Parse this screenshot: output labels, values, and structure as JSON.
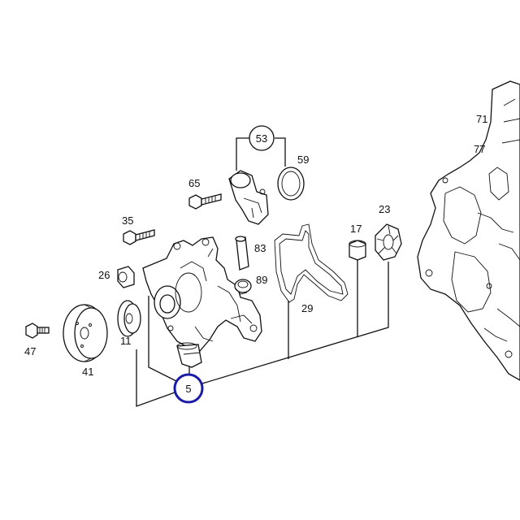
{
  "diagram": {
    "highlight_color": "#1a1aa6",
    "labels": {
      "p5": "5",
      "p11": "11",
      "p17": "17",
      "p23": "23",
      "p26": "26",
      "p29": "29",
      "p35": "35",
      "p41": "41",
      "p47": "47",
      "p53": "53",
      "p59": "59",
      "p65": "65",
      "p71": "71",
      "p77": "77",
      "p83": "83",
      "p89": "89"
    }
  }
}
